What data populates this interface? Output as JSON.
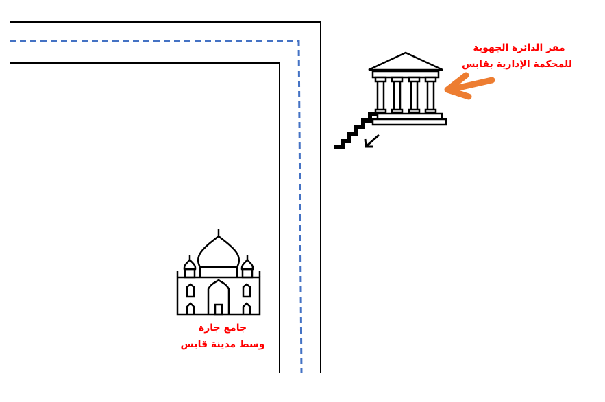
{
  "court": {
    "label_line1": "مقر الدائرة الجهوية",
    "label_line2": "للمحكمة الإدارية بقابس",
    "icon": "courthouse-icon",
    "arrow_color": "#ed7d31"
  },
  "mosque": {
    "label_line1": "جامع جارة",
    "label_line2": "وسط مدينة قابس",
    "icon": "mosque-icon"
  },
  "colors": {
    "road": "#000000",
    "center_line": "#4472c4",
    "label": "#ff0000"
  }
}
